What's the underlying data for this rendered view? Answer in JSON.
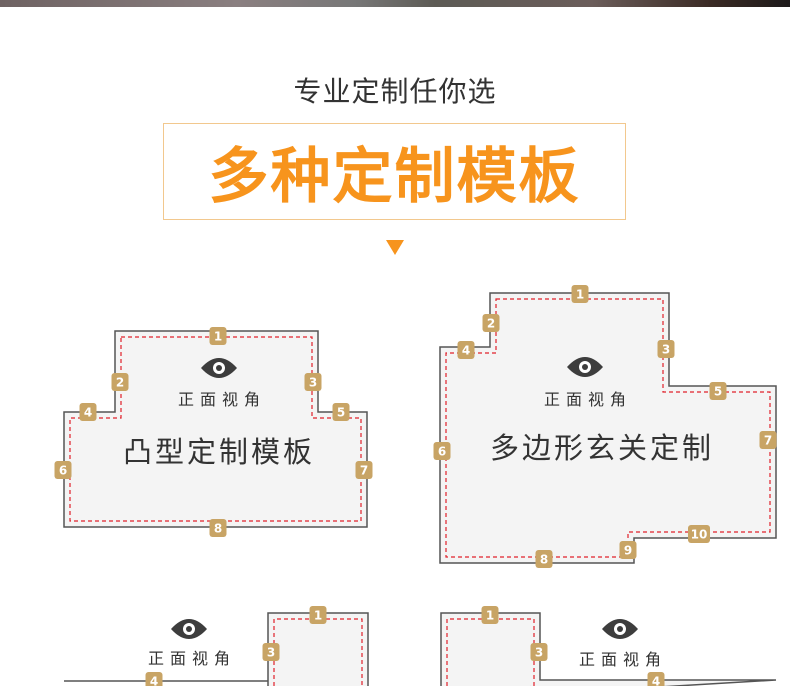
{
  "header": {
    "subtitle": "专业定制任你选",
    "title": "多种定制模板"
  },
  "colors": {
    "accent": "#f7941d",
    "badge": "#c8a465",
    "dash": "#e0202a",
    "outline": "#555555",
    "fill": "#f4f4f4"
  },
  "templates": [
    {
      "view_label": "正面视角",
      "name": "凸型定制模板",
      "badges": [
        "1",
        "2",
        "3",
        "4",
        "5",
        "6",
        "7",
        "8"
      ]
    },
    {
      "view_label": "正面视角",
      "name": "多边形玄关定制",
      "badges": [
        "1",
        "2",
        "3",
        "4",
        "5",
        "6",
        "7",
        "8",
        "9",
        "10"
      ]
    },
    {
      "view_label": "正面视角",
      "name": "",
      "badges": [
        "1",
        "3",
        "4"
      ]
    },
    {
      "view_label": "正面视角",
      "name": "",
      "badges": [
        "1",
        "3",
        "4"
      ]
    }
  ]
}
